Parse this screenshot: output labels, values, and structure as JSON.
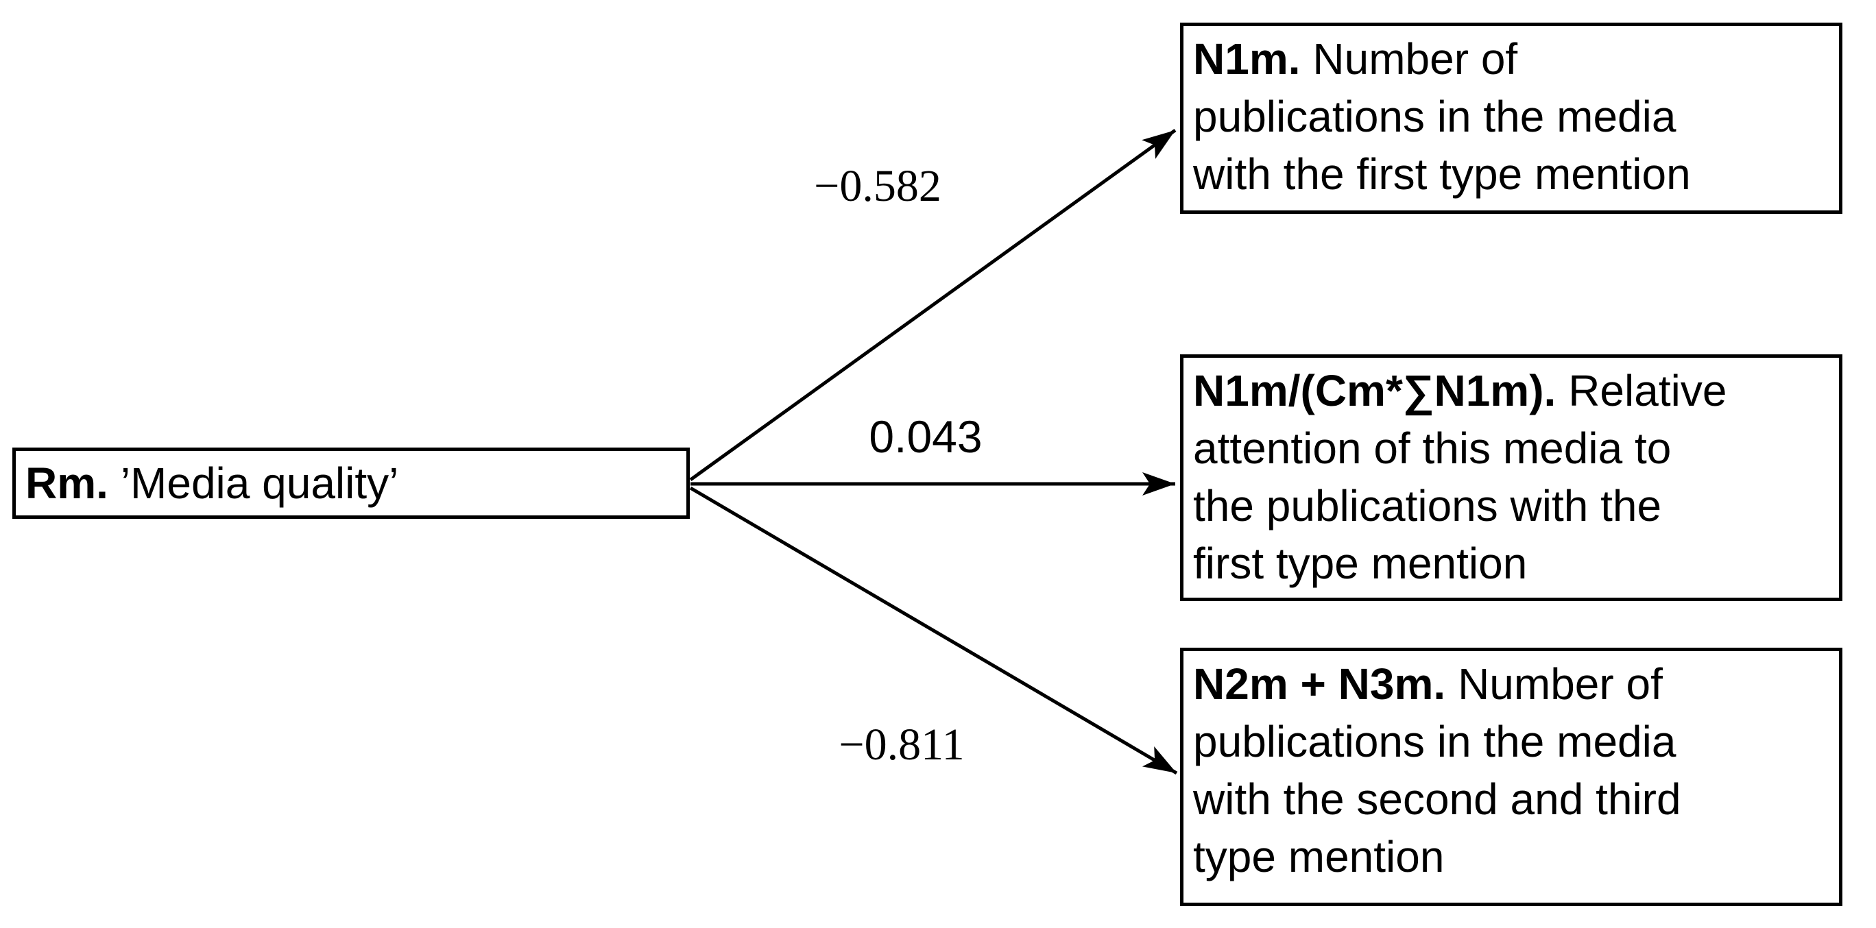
{
  "diagram": {
    "colors": {
      "stroke": "#000000",
      "background": "#ffffff",
      "text": "#000000"
    },
    "source_node": {
      "id": "Rm.",
      "description": "’Media quality’"
    },
    "target_nodes": [
      {
        "id": "N1m.",
        "description_lines": [
          "Number of",
          "publications in the media",
          "with the first type mention"
        ]
      },
      {
        "id": "N1m/(Cm*∑N1m).",
        "description_lines": [
          "Relative",
          "attention of this media to",
          "the publications with the",
          "first type mention"
        ]
      },
      {
        "id": "N2m + N3m.",
        "description_lines": [
          "Number of",
          "publications in the media",
          "with the second and third",
          "type mention"
        ]
      }
    ],
    "edges": [
      {
        "coefficient": "−0.582",
        "from": "Rm.",
        "to": "N1m."
      },
      {
        "coefficient": "0.043",
        "from": "Rm.",
        "to": "N1m/(Cm*∑N1m)."
      },
      {
        "coefficient": "−0.811",
        "from": "Rm.",
        "to": "N2m + N3m."
      }
    ]
  }
}
